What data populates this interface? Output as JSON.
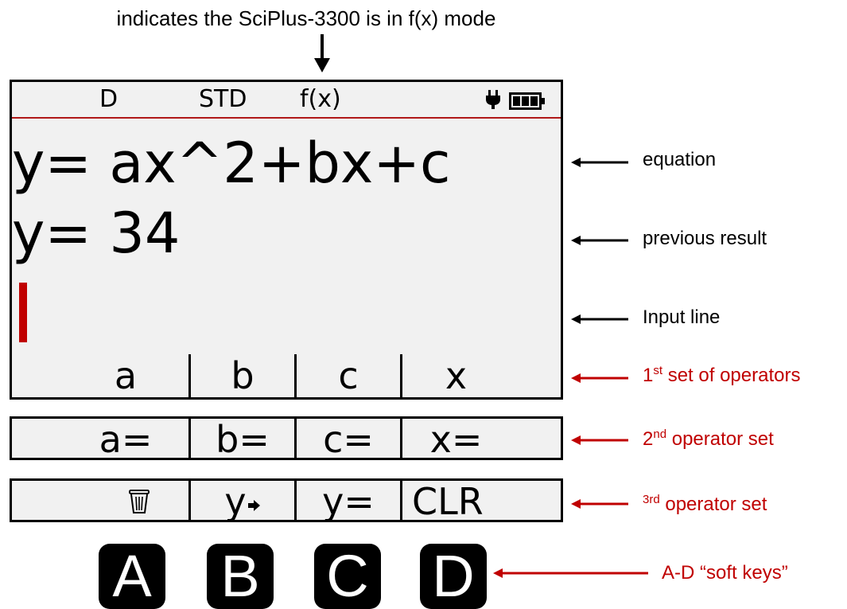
{
  "caption": "indicates the SciPlus-3300 is in f(x) mode",
  "status_bar": {
    "angle_unit": "D",
    "display_format": "STD",
    "mode": "f(x)",
    "icons": [
      "plug-icon",
      "battery-icon"
    ]
  },
  "display": {
    "equation_line": "y= ax^2+bx+c",
    "result_line": "y= 34",
    "input_line": ""
  },
  "operator_sets": [
    {
      "keys": [
        "a",
        "b",
        "c",
        "x"
      ]
    },
    {
      "keys": [
        "a=",
        "b=",
        "c=",
        "x="
      ]
    },
    {
      "keys": [
        "trash-icon",
        "y",
        "y=",
        "CLR"
      ],
      "key2_icon": "arrow-right-icon"
    }
  ],
  "soft_keys": [
    "A",
    "B",
    "C",
    "D"
  ],
  "labels": {
    "equation": "equation",
    "previous_result": "previous result",
    "input_line": "Input line",
    "op1_num": "1",
    "op1_sup": "st",
    "op1_text": " set of operators",
    "op2_num": "2",
    "op2_sup": "nd",
    "op2_text": " operator set",
    "op3_sup": "3rd",
    "op3_text": " operator set",
    "soft_keys": "A-D “soft keys”"
  },
  "colors": {
    "annotation_black": "#000000",
    "annotation_red": "#c00000",
    "cursor": "#c00000",
    "screen_bg": "#f1f1f1"
  }
}
